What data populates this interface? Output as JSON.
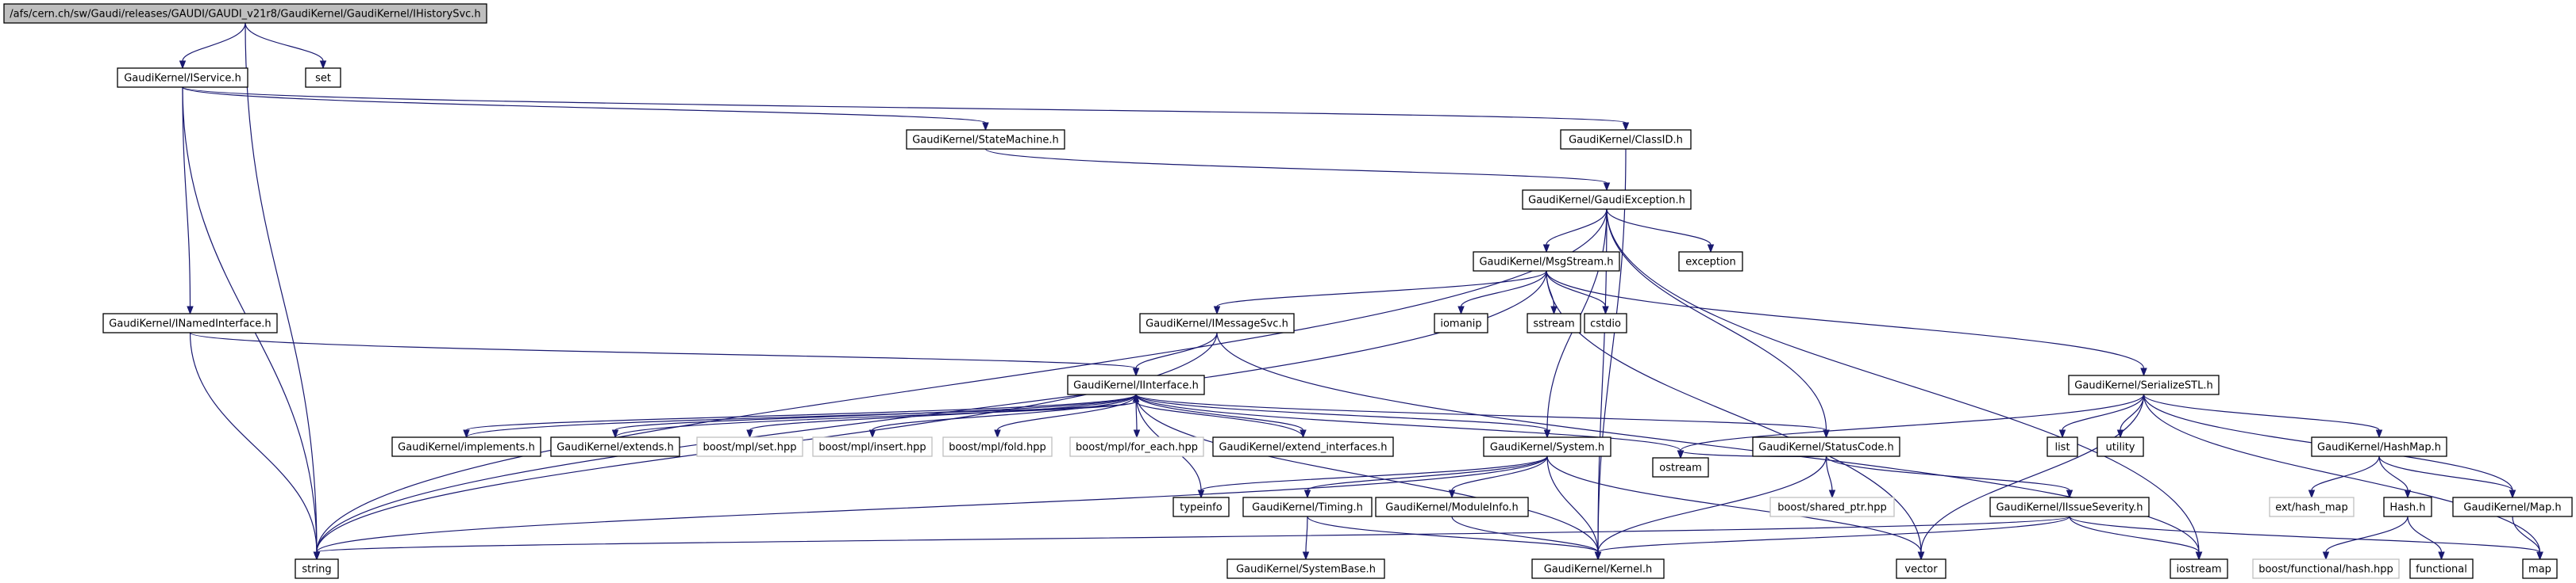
{
  "nodes": [
    {
      "id": "root",
      "label": "/afs/cern.ch/sw/Gaudi/releases/GAUDI/GAUDI_v21r8/GaudiKernel/GaudiKernel/IHistorySvc.h",
      "style": "root"
    },
    {
      "id": "iservice",
      "label": "GaudiKernel/IService.h",
      "style": "normal"
    },
    {
      "id": "set",
      "label": "set",
      "style": "normal"
    },
    {
      "id": "statemachine",
      "label": "GaudiKernel/StateMachine.h",
      "style": "normal"
    },
    {
      "id": "classid",
      "label": "GaudiKernel/ClassID.h",
      "style": "normal"
    },
    {
      "id": "gaudiexception",
      "label": "GaudiKernel/GaudiException.h",
      "style": "normal"
    },
    {
      "id": "msgstream",
      "label": "GaudiKernel/MsgStream.h",
      "style": "normal"
    },
    {
      "id": "exception",
      "label": "exception",
      "style": "normal"
    },
    {
      "id": "inamedinterface",
      "label": "GaudiKernel/INamedInterface.h",
      "style": "normal"
    },
    {
      "id": "imessagesvc",
      "label": "GaudiKernel/IMessageSvc.h",
      "style": "normal"
    },
    {
      "id": "iomanip",
      "label": "iomanip",
      "style": "normal"
    },
    {
      "id": "sstream",
      "label": "sstream",
      "style": "normal"
    },
    {
      "id": "cstdio",
      "label": "cstdio",
      "style": "normal"
    },
    {
      "id": "iinterface",
      "label": "GaudiKernel/IInterface.h",
      "style": "normal"
    },
    {
      "id": "serializestl",
      "label": "GaudiKernel/SerializeSTL.h",
      "style": "normal"
    },
    {
      "id": "implements",
      "label": "GaudiKernel/implements.h",
      "style": "normal"
    },
    {
      "id": "extends",
      "label": "GaudiKernel/extends.h",
      "style": "normal"
    },
    {
      "id": "mplset",
      "label": "boost/mpl/set.hpp",
      "style": "ext"
    },
    {
      "id": "mplinsert",
      "label": "boost/mpl/insert.hpp",
      "style": "ext"
    },
    {
      "id": "mplfold",
      "label": "boost/mpl/fold.hpp",
      "style": "ext"
    },
    {
      "id": "mplforeach",
      "label": "boost/mpl/for_each.hpp",
      "style": "ext"
    },
    {
      "id": "extendinterfaces",
      "label": "GaudiKernel/extend_interfaces.h",
      "style": "normal"
    },
    {
      "id": "system",
      "label": "GaudiKernel/System.h",
      "style": "normal"
    },
    {
      "id": "statuscode",
      "label": "GaudiKernel/StatusCode.h",
      "style": "normal"
    },
    {
      "id": "list",
      "label": "list",
      "style": "normal"
    },
    {
      "id": "utility",
      "label": "utility",
      "style": "normal"
    },
    {
      "id": "hashmaph",
      "label": "GaudiKernel/HashMap.h",
      "style": "normal"
    },
    {
      "id": "ostream",
      "label": "ostream",
      "style": "normal"
    },
    {
      "id": "sharedptr",
      "label": "boost/shared_ptr.hpp",
      "style": "ext"
    },
    {
      "id": "extmap",
      "label": "ext/hash_map",
      "style": "ext"
    },
    {
      "id": "hashh",
      "label": "Hash.h",
      "style": "normal"
    },
    {
      "id": "typeinfo",
      "label": "typeinfo",
      "style": "normal"
    },
    {
      "id": "timing",
      "label": "GaudiKernel/Timing.h",
      "style": "normal"
    },
    {
      "id": "moduleinfo",
      "label": "GaudiKernel/ModuleInfo.h",
      "style": "normal"
    },
    {
      "id": "iissueseverity",
      "label": "GaudiKernel/IIssueSeverity.h",
      "style": "normal"
    },
    {
      "id": "maph",
      "label": "GaudiKernel/Map.h",
      "style": "normal"
    },
    {
      "id": "string",
      "label": "string",
      "style": "normal"
    },
    {
      "id": "systembase",
      "label": "GaudiKernel/SystemBase.h",
      "style": "normal"
    },
    {
      "id": "kernel",
      "label": "GaudiKernel/Kernel.h",
      "style": "normal"
    },
    {
      "id": "vector",
      "label": "vector",
      "style": "normal"
    },
    {
      "id": "iostream",
      "label": "iostream",
      "style": "normal"
    },
    {
      "id": "boostfunctional",
      "label": "boost/functional/hash.hpp",
      "style": "ext"
    },
    {
      "id": "functional",
      "label": "functional",
      "style": "normal"
    },
    {
      "id": "map",
      "label": "map",
      "style": "normal"
    }
  ],
  "edges": [
    [
      "root",
      "iservice"
    ],
    [
      "root",
      "set"
    ],
    [
      "root",
      "string"
    ],
    [
      "iservice",
      "inamedinterface"
    ],
    [
      "iservice",
      "statemachine"
    ],
    [
      "iservice",
      "classid"
    ],
    [
      "iservice",
      "string"
    ],
    [
      "statemachine",
      "gaudiexception"
    ],
    [
      "classid",
      "kernel"
    ],
    [
      "gaudiexception",
      "msgstream"
    ],
    [
      "gaudiexception",
      "exception"
    ],
    [
      "gaudiexception",
      "string"
    ],
    [
      "gaudiexception",
      "system"
    ],
    [
      "gaudiexception",
      "statuscode"
    ],
    [
      "gaudiexception",
      "kernel"
    ],
    [
      "gaudiexception",
      "iostream"
    ],
    [
      "msgstream",
      "imessagesvc"
    ],
    [
      "msgstream",
      "iomanip"
    ],
    [
      "msgstream",
      "sstream"
    ],
    [
      "msgstream",
      "cstdio"
    ],
    [
      "msgstream",
      "serializestl"
    ],
    [
      "msgstream",
      "string"
    ],
    [
      "msgstream",
      "vector"
    ],
    [
      "inamedinterface",
      "iinterface"
    ],
    [
      "inamedinterface",
      "string"
    ],
    [
      "imessagesvc",
      "iinterface"
    ],
    [
      "imessagesvc",
      "string"
    ],
    [
      "imessagesvc",
      "iostream"
    ],
    [
      "iinterface",
      "implements"
    ],
    [
      "iinterface",
      "extends"
    ],
    [
      "iinterface",
      "mplset"
    ],
    [
      "iinterface",
      "mplinsert"
    ],
    [
      "iinterface",
      "mplfold"
    ],
    [
      "iinterface",
      "mplforeach"
    ],
    [
      "iinterface",
      "extendinterfaces"
    ],
    [
      "iinterface",
      "system"
    ],
    [
      "iinterface",
      "statuscode"
    ],
    [
      "iinterface",
      "ostream"
    ],
    [
      "iinterface",
      "kernel"
    ],
    [
      "iinterface",
      "typeinfo"
    ],
    [
      "implements",
      "iinterface"
    ],
    [
      "extends",
      "iinterface"
    ],
    [
      "extendinterfaces",
      "iinterface"
    ],
    [
      "serializestl",
      "list"
    ],
    [
      "serializestl",
      "utility"
    ],
    [
      "serializestl",
      "hashmaph"
    ],
    [
      "serializestl",
      "maph"
    ],
    [
      "serializestl",
      "ostream"
    ],
    [
      "serializestl",
      "vector"
    ],
    [
      "serializestl",
      "map"
    ],
    [
      "system",
      "typeinfo"
    ],
    [
      "system",
      "timing"
    ],
    [
      "system",
      "moduleinfo"
    ],
    [
      "system",
      "kernel"
    ],
    [
      "system",
      "string"
    ],
    [
      "system",
      "vector"
    ],
    [
      "statuscode",
      "ostream"
    ],
    [
      "statuscode",
      "sharedptr"
    ],
    [
      "statuscode",
      "iissueseverity"
    ],
    [
      "statuscode",
      "kernel"
    ],
    [
      "hashmaph",
      "extmap"
    ],
    [
      "hashmaph",
      "hashh"
    ],
    [
      "hashmaph",
      "maph"
    ],
    [
      "hashh",
      "boostfunctional"
    ],
    [
      "hashh",
      "functional"
    ],
    [
      "timing",
      "systembase"
    ],
    [
      "timing",
      "kernel"
    ],
    [
      "moduleinfo",
      "kernel"
    ],
    [
      "iissueseverity",
      "kernel"
    ],
    [
      "iissueseverity",
      "string"
    ],
    [
      "iissueseverity",
      "map"
    ],
    [
      "iissueseverity",
      "iostream"
    ],
    [
      "maph",
      "map"
    ]
  ]
}
